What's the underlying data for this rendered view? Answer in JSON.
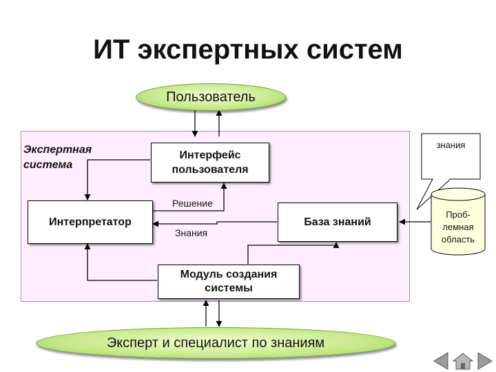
{
  "title": "ИТ экспертных систем",
  "user": "Пользователь",
  "system_label_line1": "Экспертная",
  "system_label_line2": "система",
  "interface_line1": "Интерфейс",
  "interface_line2": "пользователя",
  "interpreter": "Интерпретатор",
  "solution_label": "Решение",
  "knowledge_label": "Знания",
  "kb": "База знаний",
  "module_line1": "Модуль создания",
  "module_line2": "системы",
  "expert": "Эксперт и специалист по знаниям",
  "callout": "знания",
  "domain_line1": "Проб-",
  "domain_line2": "лемная",
  "domain_line3": "область"
}
